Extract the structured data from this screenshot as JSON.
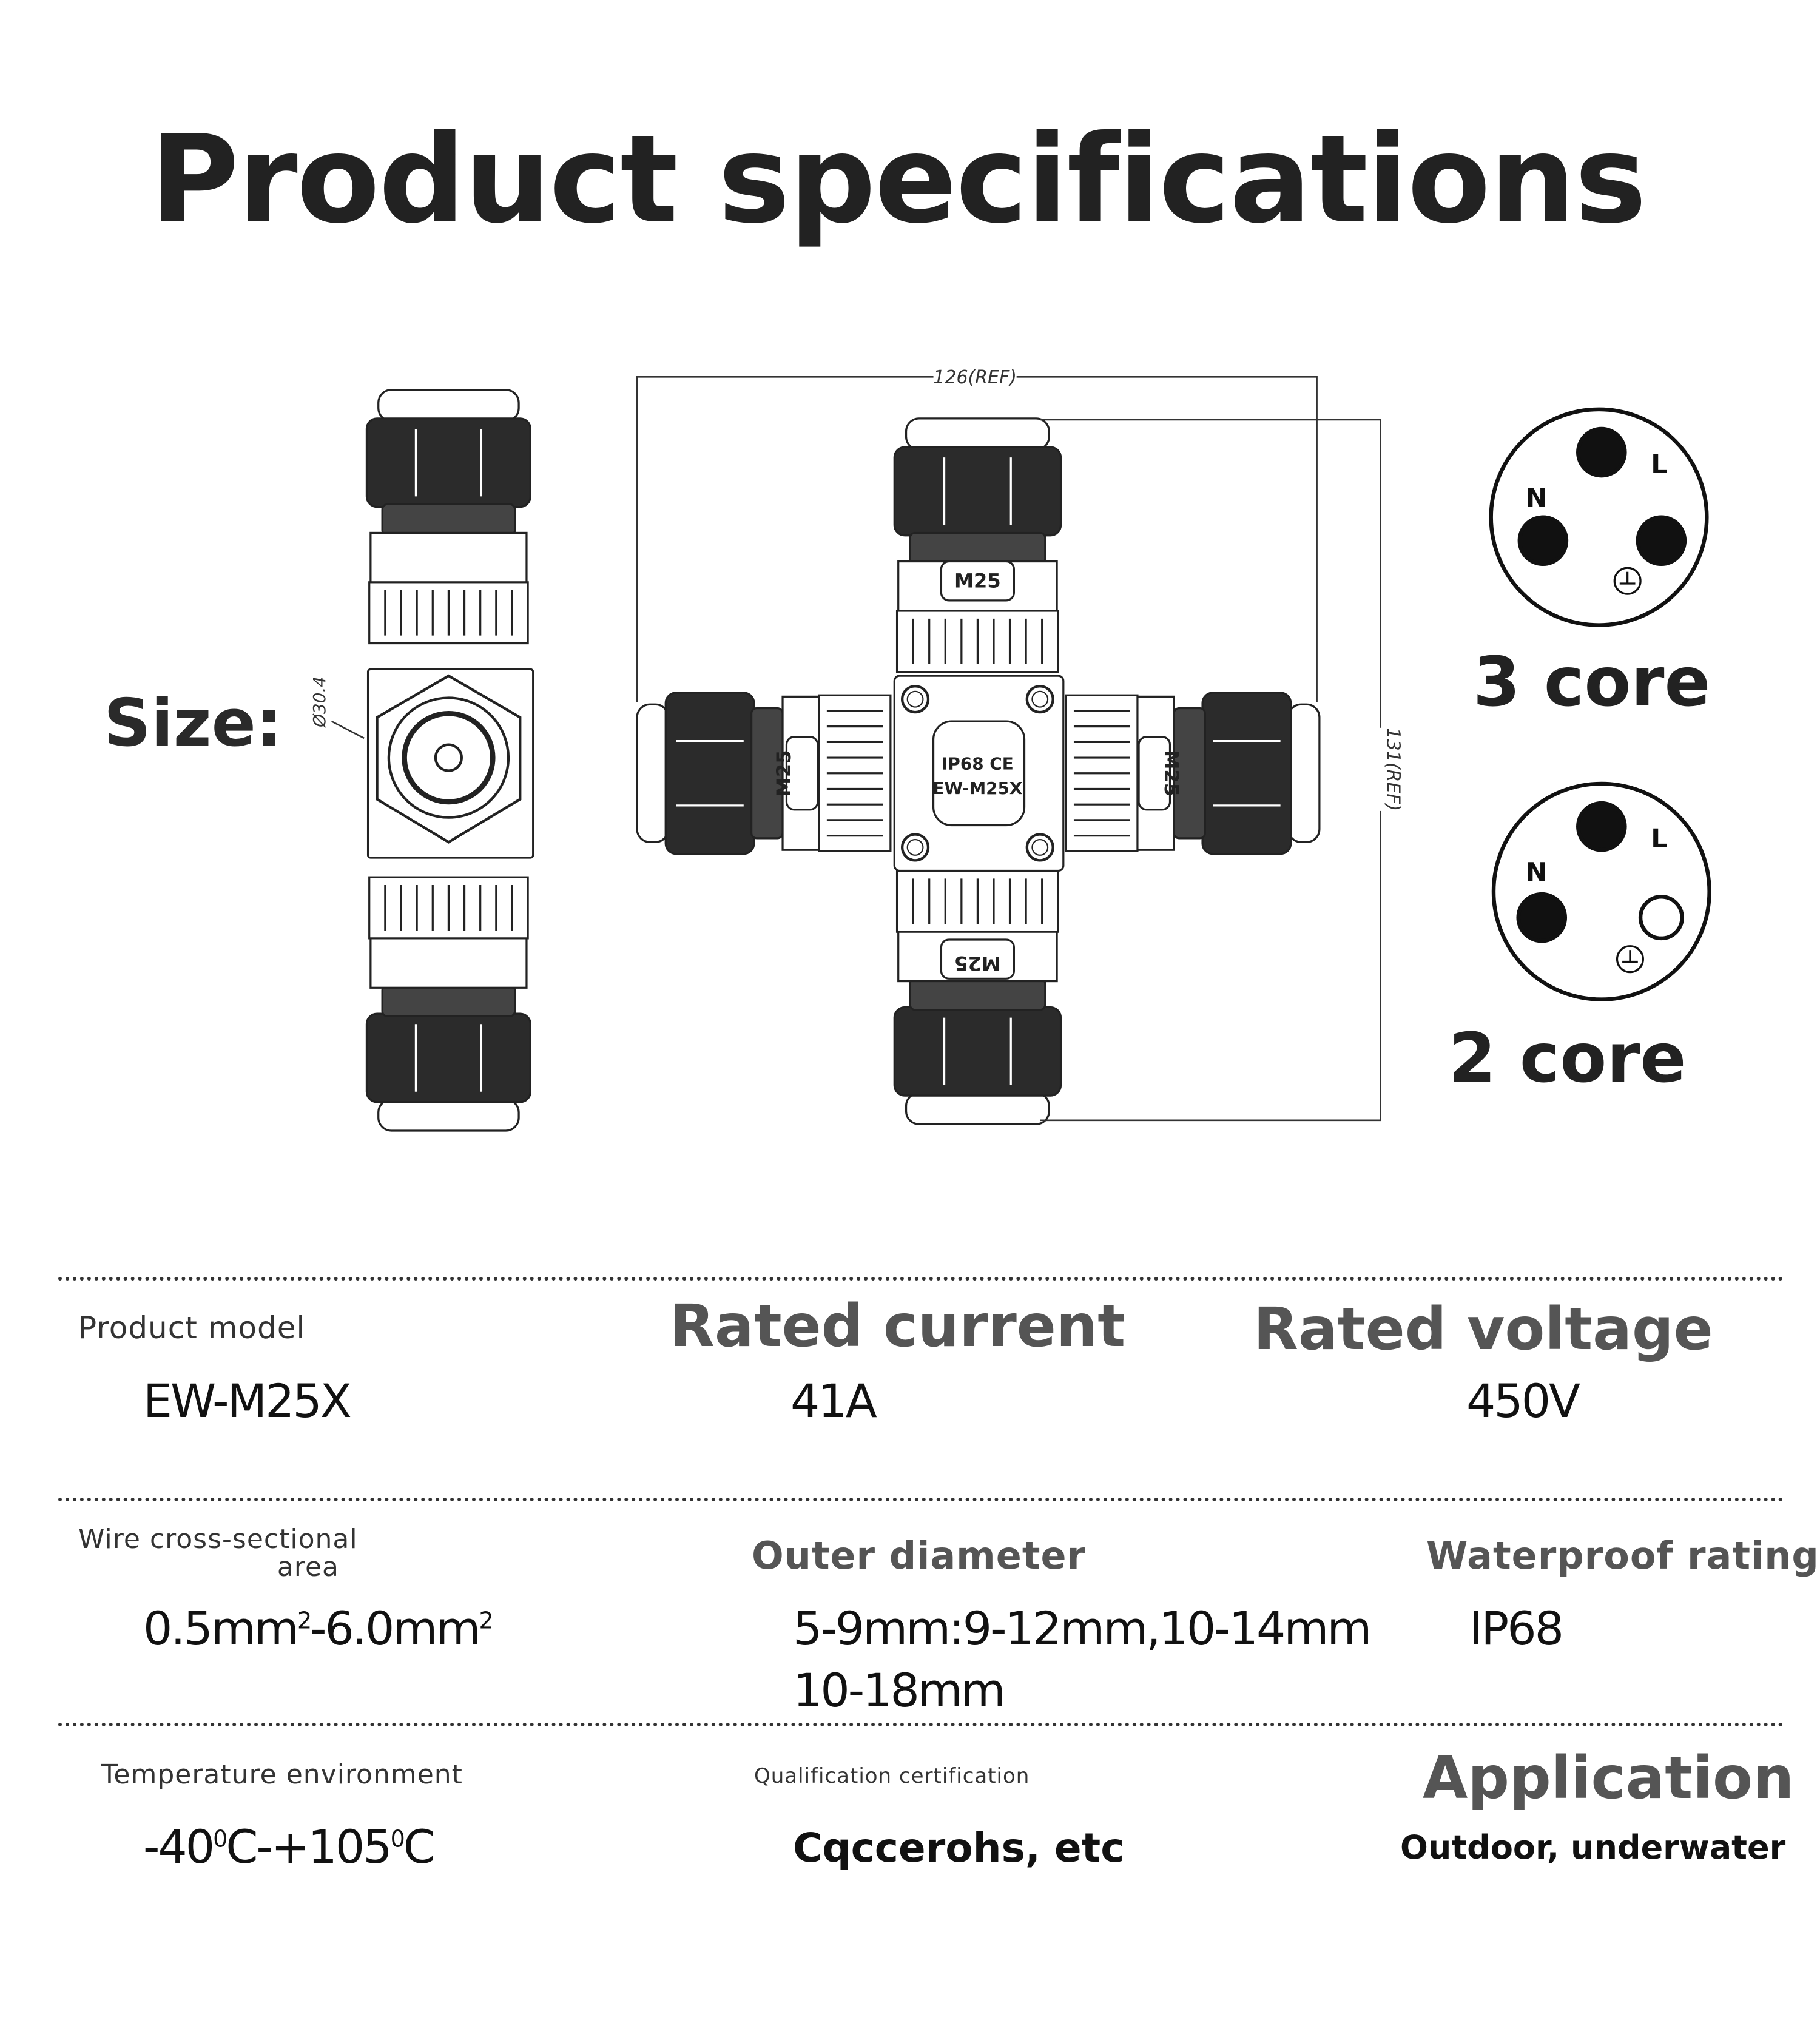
{
  "title": "Product specifications",
  "size_label": "Size:",
  "drawing": {
    "diameter": "Ø30.4",
    "width_dim": "126(REF)",
    "height_dim": "131(REF)",
    "port_label": "M25",
    "body_marking_1": "IP68  CE",
    "body_marking_2": "EW-M25X"
  },
  "pinouts": [
    {
      "name": "3 core",
      "pin_l": "L",
      "pin_n": "N"
    },
    {
      "name": "2 core",
      "pin_l": "L",
      "pin_n": "N"
    }
  ],
  "specs": {
    "product_model": {
      "label": "Product model",
      "value": "EW-M25X"
    },
    "rated_current": {
      "label": "Rated current",
      "value": "41A"
    },
    "rated_voltage": {
      "label": "Rated voltage",
      "value": "450V"
    },
    "wire_area": {
      "label_1": "Wire cross-sectional",
      "label_2": "area",
      "value_a": "0.5mm",
      "sup": "2",
      "value_b": "-6.0mm"
    },
    "outer_diameter": {
      "label": "Outer diameter",
      "value_1": "5-9mm:9-12mm,10-14mm",
      "value_2": "10-18mm"
    },
    "waterproof": {
      "label": "Waterproof rating",
      "value": "IP68"
    },
    "temperature": {
      "label": "Temperature environment",
      "value_a": "-40",
      "deg": "0",
      "value_b": "C-+105",
      "value_c": "C"
    },
    "certification": {
      "label": "Qualification certification",
      "value": "Cqccerohs, etc"
    },
    "application": {
      "label": "Application",
      "value": "Outdoor, underwater"
    }
  }
}
